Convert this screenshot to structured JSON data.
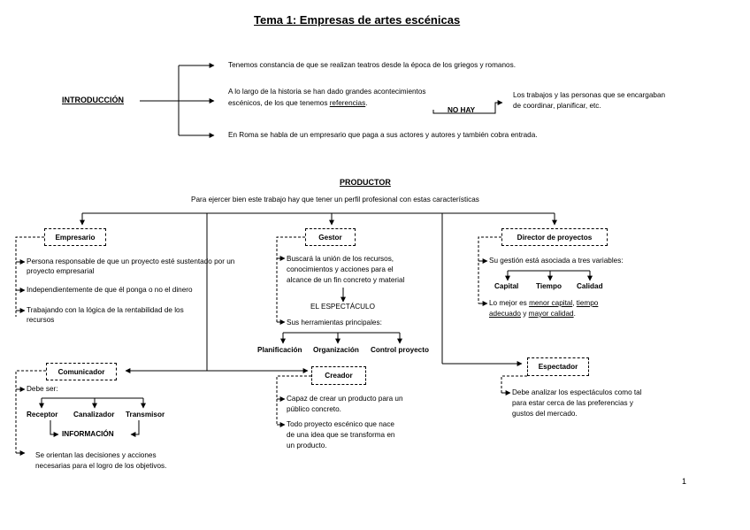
{
  "title": "Tema 1: Empresas de artes escénicas",
  "intro": {
    "label": "INTRODUCCIÓN",
    "item1": "Tenemos constancia de que se realizan teatros desde la época de los griegos y romanos.",
    "item2_line1": "A lo largo de la historia se han dado grandes acontecimientos",
    "item2_line2_pre": "escénicos, de los que tenemos ",
    "item2_line2_link": "referencias",
    "item2_line2_post": ".",
    "no_hay": "NO HAY",
    "side_line1": "Los trabajos y las personas que se encargaban",
    "side_line2": "de coordinar, planificar, etc.",
    "item3": "En Roma se habla de un empresario que paga a sus actores y autores y también cobra entrada."
  },
  "productor": {
    "heading": "PRODUCTOR",
    "subtitle": "Para ejercer bien este trabajo hay que tener un perfil profesional con estas características"
  },
  "empresario": {
    "label": "Empresario",
    "p1_line1": "Persona responsable de que un proyecto esté sustentado por un",
    "p1_line2": "proyecto empresarial",
    "p2": "Independientemente de que él ponga o no el dinero",
    "p3_line1": "Trabajando con la lógica de la rentabilidad de los",
    "p3_line2": "recursos"
  },
  "gestor": {
    "label": "Gestor",
    "p1_line1": "Buscará la unión de los recursos,",
    "p1_line2": "conocimientos y acciones para el",
    "p1_line3": "alcance de un fin concreto y material",
    "espectaculo": "EL ESPECTÁCULO",
    "tools_intro": "Sus herramientas principales:",
    "tools": [
      "Planificación",
      "Organización",
      "Control proyecto"
    ]
  },
  "director": {
    "label": "Director de proyectos",
    "intro": "Su gestión está asociada a tres variables:",
    "vars": [
      "Capital",
      "Tiempo",
      "Calidad"
    ],
    "best_pre": "Lo mejor es ",
    "best_u1": "menor capital",
    "best_sep1": ", ",
    "best_u2": "tiempo",
    "best_u3": "adecuado",
    "best_sep2": " y ",
    "best_u4": "mayor calidad",
    "best_end": "."
  },
  "comunicador": {
    "label": "Comunicador",
    "debe_ser": "Debe ser:",
    "roles": [
      "Receptor",
      "Canalizador",
      "Transmisor"
    ],
    "informacion": "INFORMACIÓN",
    "p2_line1": "Se orientan las decisiones y acciones",
    "p2_line2": "necesarias para el logro de los objetivos."
  },
  "creador": {
    "label": "Creador",
    "p1_line1": "Capaz de crear un producto para un",
    "p1_line2": "público concreto.",
    "p2_line1": "Todo proyecto escénico que nace",
    "p2_line2": "de una idea que se transforma en",
    "p2_line3": "un producto."
  },
  "espectador": {
    "label": "Espectador",
    "p1_line1": "Debe analizar los espectáculos como tal",
    "p1_line2": "para estar cerca de las preferencias y",
    "p1_line3": "gustos del mercado."
  },
  "page_number": "1"
}
